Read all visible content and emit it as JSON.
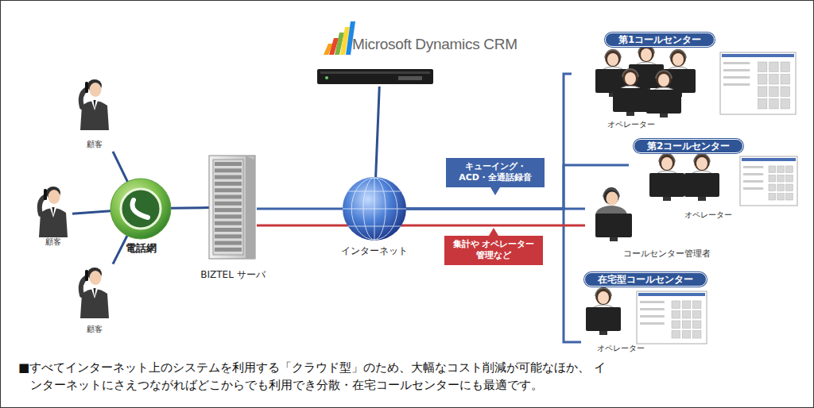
{
  "diagram": {
    "caption": "■すべてインターネット上のシステムを利用する「クラウド型」のため、大幅なコスト削減が可能なほか、 インターネットにさえつながればどこからでも利用でき分散・在宅コールセンターにも最適です。",
    "nodes": [
      {
        "text": [
          "顧客"
        ]
      },
      {
        "text": [
          "顧客"
        ]
      },
      {
        "text": [
          "顧客"
        ]
      },
      {
        "text": [
          "電話網"
        ]
      },
      {
        "text": [
          "BIZTEL サーバ"
        ]
      },
      {
        "text": [
          "Microsoft Dynamics CRM"
        ]
      },
      {
        "text": [
          "インターネット"
        ]
      },
      {
        "text": [
          "第1コールセンター",
          "オペレーター"
        ]
      },
      {
        "text": [
          "第2コールセンター",
          "オペレーター"
        ]
      },
      {
        "text": [
          "コールセンター管理者"
        ]
      },
      {
        "text": [
          "在宅型コールセンター",
          "オペレーター"
        ]
      }
    ],
    "edges": [
      {
        "from": 0,
        "to": 3,
        "arrow": "none"
      },
      {
        "from": 1,
        "to": 3,
        "arrow": "none"
      },
      {
        "from": 2,
        "to": 3,
        "arrow": "none"
      },
      {
        "from": 3,
        "to": 4,
        "arrow": "none"
      },
      {
        "from": 4,
        "to": 6,
        "arrow": "none"
      },
      {
        "from": 5,
        "to": 6,
        "arrow": "none"
      },
      {
        "from": 6,
        "to": 7,
        "arrow": "none"
      },
      {
        "from": 6,
        "to": 8,
        "arrow": "none"
      },
      {
        "from": 6,
        "to": 9,
        "arrow": "none",
        "label": "キューイング・ ACD・全通話録音"
      },
      {
        "from": 6,
        "to": 10,
        "arrow": "none"
      },
      {
        "from": 4,
        "to": 9,
        "arrow": "none",
        "label": "集計や オペレーター管理など"
      }
    ]
  }
}
